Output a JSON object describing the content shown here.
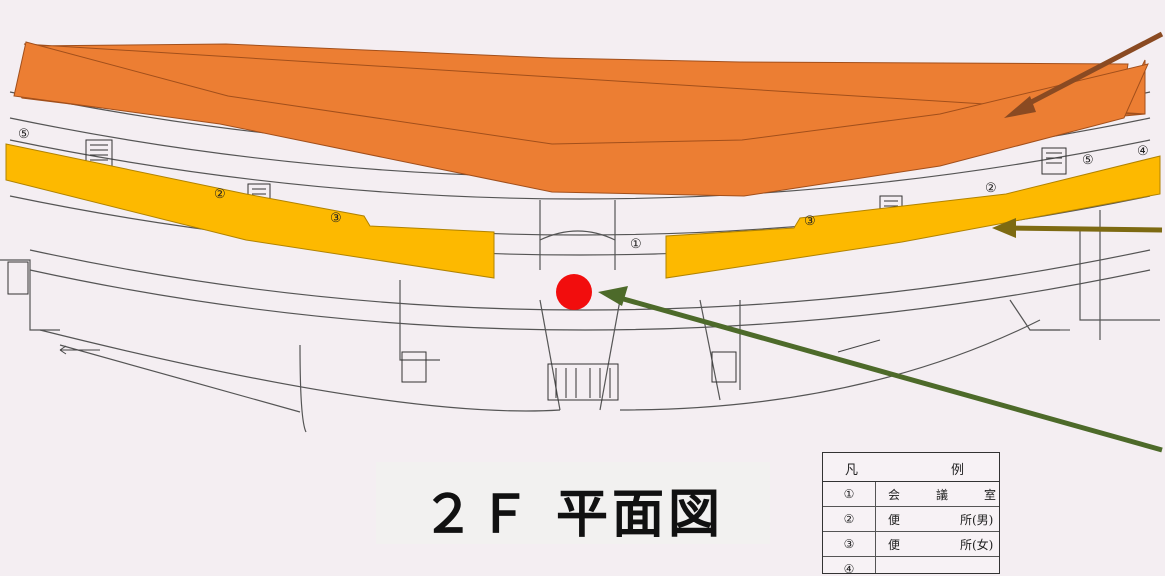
{
  "map": {
    "title": "２Ｆ 平面図",
    "room_marks": [
      "①",
      "②",
      "③",
      "④",
      "⑤"
    ],
    "colors": {
      "background": "#f4eef2",
      "upper_band": "#ec7e33",
      "lower_band": "#fdb900",
      "location_marker": "#f20d0d",
      "arrow_brown": "#8a4a22",
      "arrow_olive": "#7d6a12",
      "arrow_green": "#4d6a2a",
      "linework": "#4a4a4a"
    }
  },
  "legend": {
    "header_left": "凡",
    "header_right": "例",
    "rows": [
      {
        "num": "①",
        "label": "会　　　議　　　室"
      },
      {
        "num": "②",
        "label": "便　　　　　所(男)"
      },
      {
        "num": "③",
        "label": "便　　　　　所(女)"
      },
      {
        "num": "④",
        "label": ""
      }
    ]
  }
}
